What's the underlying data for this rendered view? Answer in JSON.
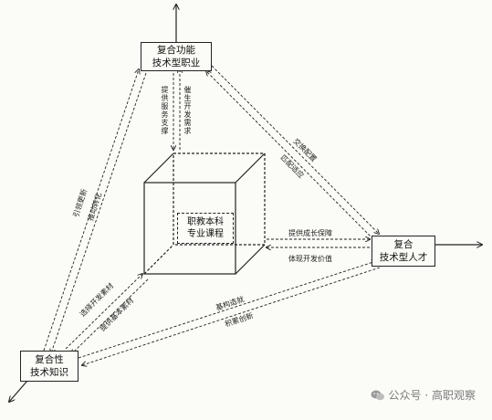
{
  "nodes": {
    "top": [
      "复合功能",
      "技术型职业"
    ],
    "right": [
      "复合",
      "技术型人才"
    ],
    "left": [
      "复合性",
      "技术知识"
    ],
    "core": [
      "职教本科",
      "专业课程"
    ]
  },
  "labels": {
    "top_down_left": "提供服务支撑",
    "top_down_right": "催生开发需求",
    "top_right_1": "交换配置",
    "top_right_2": "匹配适应",
    "left_top_1": "引领更新",
    "left_top_2": "推动转化",
    "cube_right_1": "提供成长保障",
    "cube_right_2": "体现开发价值",
    "left_cube_1": "选择开发素材",
    "left_cube_2": "提供基本素材",
    "left_right_1": "基构造就",
    "left_right_2": "积累创新"
  },
  "watermark": "公众号 · 高职观察"
}
